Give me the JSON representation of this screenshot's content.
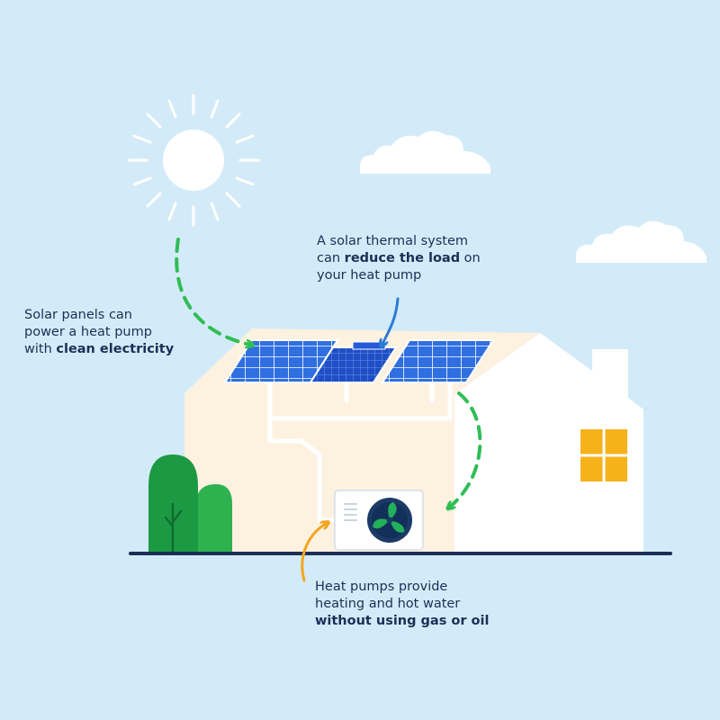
{
  "labels": {
    "solar_panels": {
      "line1": "Solar panels can",
      "line2": "power a heat pump",
      "line3_prefix": "with ",
      "line3_bold": "clean electricity"
    },
    "solar_thermal": {
      "line1": "A solar thermal system",
      "line2_prefix": "can ",
      "line2_bold": "reduce the load",
      "line2_suffix": " on",
      "line3": "your heat pump"
    },
    "heat_pump": {
      "line1": "Heat pumps provide",
      "line2": "heating and hot water",
      "line3_bold": "without using gas or oil"
    }
  },
  "colors": {
    "sky": "#d3ebf8",
    "house_front": "#fdf1e0",
    "house_side": "#ffffff",
    "window": "#f5b21b",
    "panel": "#2f6fe0",
    "thermal_panel": "#1f4fc6",
    "green_arrow": "#2fbe55",
    "blue_arrow": "#2d7bd6",
    "orange_arrow": "#f4a51c",
    "ground": "#1b2f55",
    "bush": "#1ea24a",
    "fan": "#1fa35c"
  }
}
